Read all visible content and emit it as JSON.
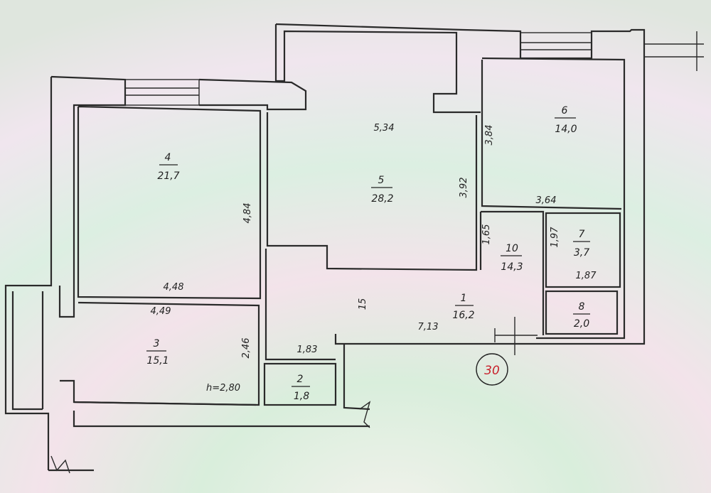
{
  "plan": {
    "apartment_number": "30",
    "ceiling_height": "h=2,80",
    "rooms": [
      {
        "id": "r1",
        "number": "1",
        "area": "16,2"
      },
      {
        "id": "r2",
        "number": "2",
        "area": "1,8"
      },
      {
        "id": "r3",
        "number": "3",
        "area": "15,1"
      },
      {
        "id": "r4",
        "number": "4",
        "area": "21,7"
      },
      {
        "id": "r5",
        "number": "5",
        "area": "28,2"
      },
      {
        "id": "r6",
        "number": "6",
        "area": "14,0"
      },
      {
        "id": "r7",
        "number": "7",
        "area": "3,7"
      },
      {
        "id": "r8",
        "number": "8",
        "area": "2,0"
      },
      {
        "id": "r10",
        "number": "10",
        "area": "14,3"
      }
    ],
    "dimensions": {
      "d_534": "5,34",
      "d_384": "3,84",
      "d_392": "3,92",
      "d_364": "3,64",
      "d_484": "4,84",
      "d_448": "4,48",
      "d_449": "4,49",
      "d_246": "2,46",
      "d_183": "1,83",
      "d_15": "15",
      "d_713": "7,13",
      "d_165": "1,65",
      "d_197": "1,97",
      "d_187": "1,87"
    }
  }
}
